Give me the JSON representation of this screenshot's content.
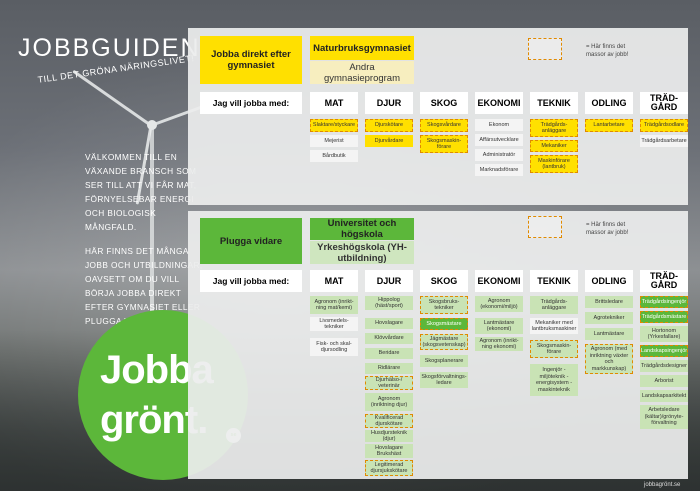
{
  "header": {
    "title": "JOBBGUIDEN",
    "subtitle": "TILL DET GRÖNA NÄRINGSLIVET!"
  },
  "intro": [
    "VÄLKOMMEN TILL EN VÄXANDE BRANSCH SOM SER TILL ATT VI FÅR MAT, FÖRNYELSEBAR ENERGI OCH BIOLOGISK MÅNGFALD.",
    "HÄR FINNS DET MÅNGA JOBB OCH UTBILDNINGAR, OAVSETT OM DU VILL BÖRJA JOBBA DIREKT EFTER GYMNASIET ELLER PLUGGA VIDARE."
  ],
  "logo": {
    "line1": "Jobba",
    "line2": "grönt.",
    "badge": "se"
  },
  "footer": "jobbagrönt.se",
  "colors": {
    "yellow": "#ffe000",
    "green": "#5cb73a",
    "dash": "#e08a00"
  },
  "section1": {
    "title": "Jobba direkt efter gymnasiet",
    "program_main": "Naturbruksgymnasiet",
    "program_other": "Andra gymnasieprogram",
    "legend": "= Här finns det massor av jobb!",
    "row_label": "Jag vill jobba med:",
    "columns": [
      "MAT",
      "DJUR",
      "SKOG",
      "EKONOMI",
      "TEKNIK",
      "ODLING",
      "TRÄD-GÅRD"
    ],
    "cells": {
      "mat": [
        "Slaktare/styckare",
        "Mejerist",
        "Bårdbutik"
      ],
      "djur": [
        "Djurskötare",
        "Djurvårdare"
      ],
      "skog": [
        "Skogsvårdare",
        "Skogsmaskin-förare"
      ],
      "ekonomi": [
        "Ekonom",
        "Affärsutvecklare",
        "Administratör",
        "Marknadsförare"
      ],
      "teknik": [
        "Trädgårds-anläggare",
        "Mekaniker",
        "Maskinförare (lantbruk)"
      ],
      "odling": [
        "Lantarbetare"
      ],
      "tradgard": [
        "Trädgårdsodlare",
        "Trädgårdsarbetare"
      ]
    }
  },
  "section2": {
    "title": "Plugga vidare",
    "program_main": "Universitet och högskola",
    "program_other": "Yrkeshögskola (YH-utbildning)",
    "legend": "= Här finns det massor av jobb!",
    "row_label": "Jag vill jobba med:",
    "columns": [
      "MAT",
      "DJUR",
      "SKOG",
      "EKONOMI",
      "TEKNIK",
      "ODLING",
      "TRÄD-GÅRD"
    ],
    "cells": {
      "mat": [
        "Agronom (inrikt-ning mat/kemi)",
        "Livsmedels-tekniker",
        "Fisk- och skal-djursodling"
      ],
      "djur": [
        "Hippolog (häst/sport)",
        "Hovslagare",
        "Klövvårdare",
        "Beridare",
        "Ridlärare",
        "Djurhälso-/ veterinär",
        "Agronom (inriktning djur)",
        "Kvalificerad djurskötare",
        "Husdjursteknik (djur)",
        "Hovslagare Brukshäst",
        "Legitimerad djursjukskötare"
      ],
      "skog": [
        "Skogsbruks-tekniker",
        "Skogsmästare",
        "Jägmästare (skogsvetenskap)",
        "Skogsplanerare",
        "Skogsförvaltnings-ledare"
      ],
      "ekonomi": [
        "Agronom (ekonomi/miljö)",
        "Lantmästare (ekonomi)",
        "Agronom (inrikt-ning ekonomi)"
      ],
      "teknik": [
        "Trädgårds-anläggare",
        "Mekaniker med lantbruksmaskiner",
        "Skogsmaskin-förare",
        "Ingenjör - miljöteknik - energisystem - maskinteknik"
      ],
      "odling": [
        "Brittsledare",
        "Agrotekniker",
        "Lantmästare",
        "Agronom (med inriktning växter och markkunskap)"
      ],
      "tradgard": [
        "Trädgårdsingenjör",
        "Trädgårdsmästare",
        "Hortonom (Yrkesfallare)",
        "Landskapsingenjör",
        "Trädgårdsdesigner",
        "Arborist",
        "Landskapsarkitekt",
        "Arbetsledare (kältar)/grönyte-förvaltning"
      ]
    }
  }
}
